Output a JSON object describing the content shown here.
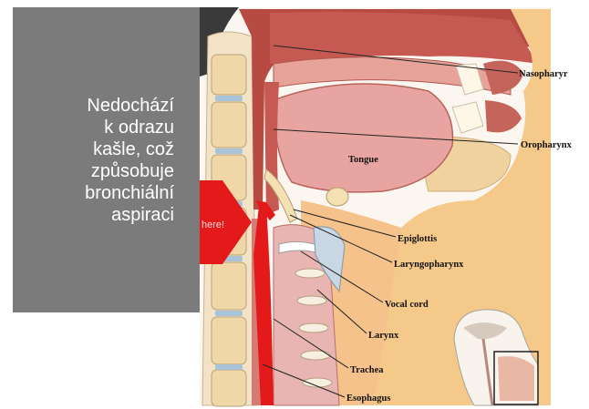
{
  "caption": {
    "text": "Nedochází\nk odrazu\nkašle, což\nzpůsobuje\nbronchiální\naspiraci"
  },
  "marker": {
    "text": "here!"
  },
  "labels": {
    "nasopharynx": "Nasopharyr",
    "oropharynx": "Oropharynx",
    "tongue": "Tongue",
    "epiglottis": "Epiglottis",
    "laryngopharynx": "Laryngopharynx",
    "vocal_cord": "Vocal cord",
    "larynx": "Larynx",
    "trachea": "Trachea",
    "esophagus": "Esophagus"
  },
  "colors": {
    "caption_bg": "#7b7b7b",
    "aspiration_red": "#e41a1a"
  }
}
